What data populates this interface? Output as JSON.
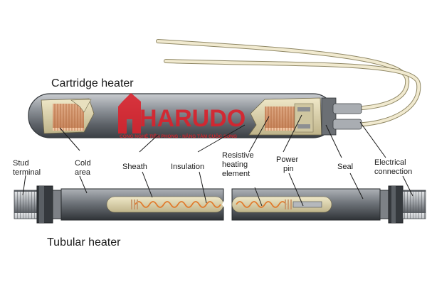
{
  "titles": {
    "cartridge": "Cartridge heater",
    "tubular": "Tubular heater"
  },
  "watermark": {
    "brand": "HARUDO",
    "tagline": "CÔNG NGHỆ TIÊN PHONG - NÂNG TẦM CUỘC SỐNG"
  },
  "labels": {
    "stud_terminal": [
      "Stud",
      "terminal"
    ],
    "cold_area": [
      "Cold",
      "area"
    ],
    "sheath": "Sheath",
    "insulation": "Insulation",
    "resistive_heating_element": [
      "Resistive",
      "heating",
      "element"
    ],
    "power_pin": [
      "Power",
      "pin"
    ],
    "seal": "Seal",
    "electrical_connection": [
      "Electrical",
      "connection"
    ]
  },
  "colors": {
    "sheath_metal": "#8a8f95",
    "sheath_dark": "#4a4f55",
    "ceramic": "#d8cfa8",
    "coil": "#e8b48a",
    "coil_line": "#c0703a",
    "wire": "#eee7c4",
    "brand_red": "#d9232d"
  }
}
